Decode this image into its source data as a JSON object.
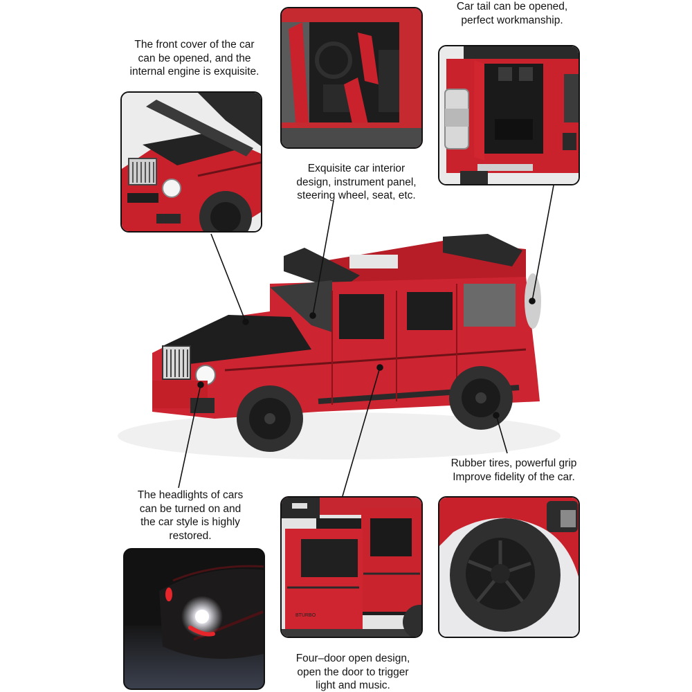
{
  "captions": {
    "hood": "The front cover of the car\ncan be opened, and the\ninternal engine is exquisite.",
    "tail": "Car tail can be opened,\nperfect workmanship.",
    "interior": "Exquisite car interior\ndesign, instrument panel,\nsteering wheel, seat, etc.",
    "tires": "Rubber tires, powerful grip\nImprove fidelity of the car.",
    "headlights": "The headlights of cars\ncan be turned on and\nthe car style is highly\nrestored.",
    "doors": "Four–door open design,\nopen the door to trigger\nlight and music."
  },
  "frames": [
    {
      "id": "hood-detail",
      "label": "Open hood showing engine"
    },
    {
      "id": "interior-detail",
      "label": "Open doors showing interior"
    },
    {
      "id": "tail-detail",
      "label": "Open rear door with spare tire"
    },
    {
      "id": "headlight-detail",
      "label": "Headlights glowing in dark"
    },
    {
      "id": "doors-detail",
      "label": "Front and rear doors open"
    },
    {
      "id": "tire-detail",
      "label": "Rubber tire close-up"
    }
  ],
  "colors": {
    "body_red": "#c8202a",
    "dark_red": "#8e1219",
    "black_trim": "#1c1c1c",
    "tire": "#2e2e2e",
    "frame_border": "#111111",
    "background": "#ffffff"
  }
}
